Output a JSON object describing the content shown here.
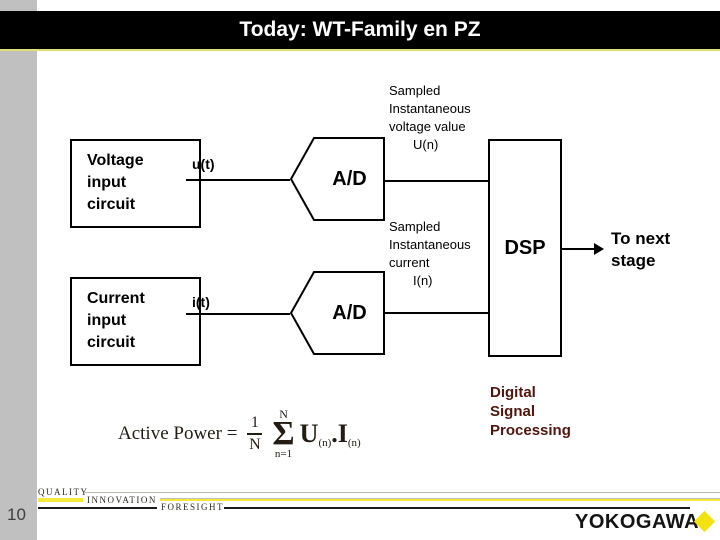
{
  "slide": {
    "title": "Today: WT-Family en PZ",
    "page_number": "10"
  },
  "diagram": {
    "voltage_box": {
      "lines": [
        "Voltage",
        "input",
        "circuit"
      ]
    },
    "current_box": {
      "lines": [
        "Current",
        "input",
        "circuit"
      ]
    },
    "u_label": "u(t)",
    "i_label": "i(t)",
    "ad_top_label": "A/D",
    "ad_bottom_label": "A/D",
    "sampled_voltage": {
      "lines": [
        "Sampled",
        "Instantaneous",
        "voltage value"
      ],
      "value": "U(n)"
    },
    "sampled_current": {
      "lines": [
        "Sampled",
        "Instantaneous",
        "current"
      ],
      "value": "I(n)"
    },
    "dsp_label": "DSP",
    "to_next_stage": {
      "lines": [
        "To next",
        "stage"
      ]
    },
    "dsp_caption": {
      "lines": [
        "Digital",
        "Signal",
        "Processing"
      ],
      "color": "#511610"
    }
  },
  "formula": {
    "lhs": "Active Power =",
    "fraction": {
      "numerator": "1",
      "denominator": "N"
    },
    "sum": {
      "upper": "N",
      "symbol": "Σ",
      "lower": "n=1"
    },
    "terms": {
      "u": "U",
      "u_sub": "(n)",
      "dot": ".",
      "i": "I",
      "i_sub": "(n)"
    }
  },
  "footer": {
    "words": [
      "QUALITY",
      "INNOVATION",
      "FORESIGHT"
    ],
    "logo": "YOKOGAWA",
    "colors": {
      "accent_yellow": "#f2e30e",
      "strip_gray": "#c0c0c0",
      "title_underline": "#e0dc7a"
    }
  }
}
